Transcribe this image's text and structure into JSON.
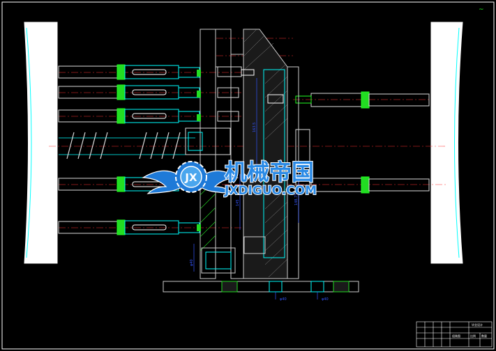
{
  "drawing": {
    "corner_mark": "~",
    "dims": {
      "dim_a": "163.5",
      "dim_b": "145",
      "dim_c": "148.75",
      "dim_d": "φ40",
      "dim_e": "φ40",
      "dim_f": "φ40"
    },
    "title_block": {
      "company": "毕业设计",
      "row1": "组装图",
      "row2": "比例",
      "row3": "数量"
    }
  },
  "watermark": {
    "logo_letters": "JX",
    "cn_text": "机械帝国",
    "en_text": "JXDIGUO.COM"
  },
  "colors": {
    "background": "#000000",
    "frame": "#ffffff",
    "outline": "#00e5ff",
    "body": "#cfcfcf",
    "green": "#22dd22",
    "centerline": "#ff3333",
    "dimension": "#3355ff",
    "watermark_blue": "#1e7ad8"
  }
}
